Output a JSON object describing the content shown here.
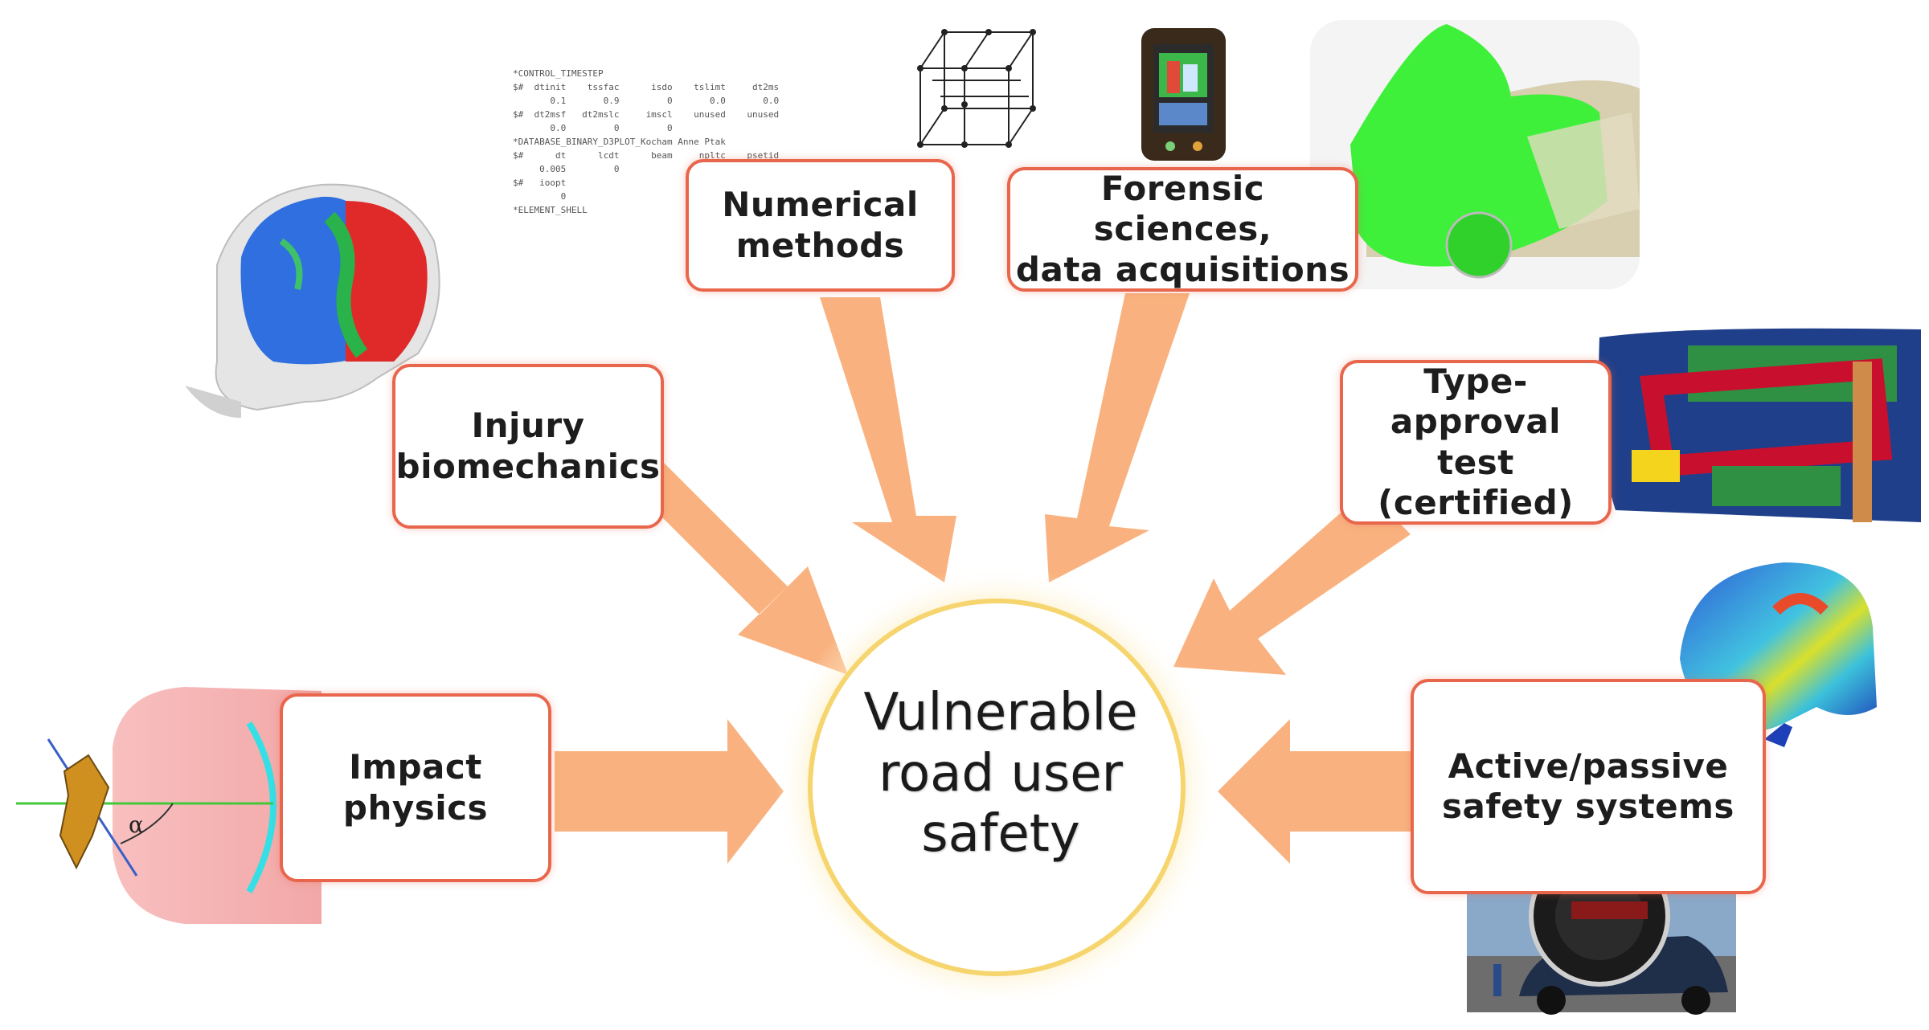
{
  "center": {
    "label": "Vulnerable\nroad user\nsafety"
  },
  "nodes": {
    "numerical_methods": "Numerical\nmethods",
    "forensic_sciences": "Forensic sciences,\ndata acquisitions",
    "injury_biomechanics": "Injury\nbiomechanics",
    "type_approval": "Type-approval\ntest (certified)",
    "impact_physics": "Impact\nphysics",
    "active_passive": "Active/passive\nsafety systems"
  },
  "code_listing": "*CONTROL_TIMESTEP\n$#  dtinit    tssfac      isdo    tslimt     dt2ms\n       0.1       0.9         0       0.0       0.0\n$#  dt2msf   dt2mslc     imscl    unused    unused\n       0.0         0         0\n*DATABASE_BINARY_D3PLOT_Kocham Anne Ptak\n$#      dt      lcdt      beam     npltc    psetid\n     0.005         0\n$#   ioopt\n         0\n*ELEMENT_SHELL",
  "angle_symbol": "α",
  "colors": {
    "arrow": "#f9b27f",
    "box_border": "#e8664c",
    "glow": "#fde08a"
  },
  "icons": [
    "brain-scan-icon",
    "fe-cube-icon",
    "data-logger-icon",
    "car-crash-sim-icon",
    "bumper-impactor-icon",
    "helmet-fe-icon",
    "head-impact-icon",
    "speedometer-car-icon"
  ]
}
